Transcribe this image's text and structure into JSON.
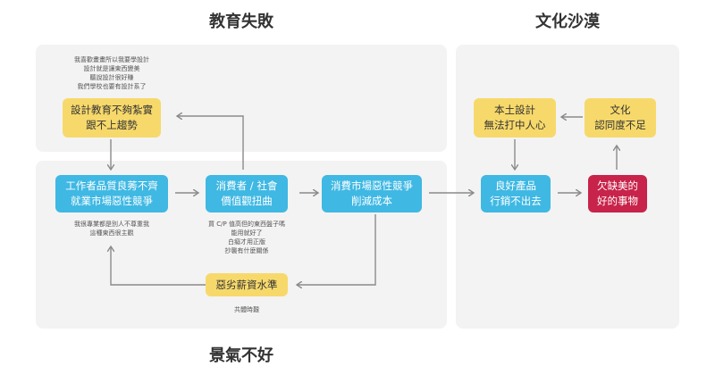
{
  "titles": {
    "education_failure": "教育失敗",
    "cultural_desert": "文化沙漠",
    "bad_economy": "景氣不好"
  },
  "nodes": {
    "design_education": "設計教育不夠紮實\n跟不上趨勢",
    "worker_quality": "工作者品質良莠不齊\n就業市場惡性競爭",
    "consumer_values": "消費者 / 社會\n價值觀扭曲",
    "market_competition": "消費市場惡性競爭\n削減成本",
    "low_wage": "惡劣薪資水準",
    "local_design": "本土設計\n無法打中人心",
    "culture_recognition": "文化\n認同度不足",
    "good_products": "良好產品\n行銷不出去",
    "lack_beauty": "欠缺美的\n好的事物"
  },
  "notes": {
    "design_note": "我喜歡畫畫所以我要學設計\n設計就是讓東西變美\n聽說設計很好賺\n我們學校也要有設計系了",
    "worker_note": "我很專業都是別人不尊重我\n這種東西很主觀",
    "consumer_note": "買 C/P 值高但的東西盤子嗎\n能用就好了\n白癡才用正版\n抄襲有什麼關係",
    "wage_note": "共體時艱"
  },
  "colors": {
    "yellow": "#f7d96b",
    "blue": "#3fb8e3",
    "red": "#c8234a",
    "arrow": "#8a8a8a"
  }
}
